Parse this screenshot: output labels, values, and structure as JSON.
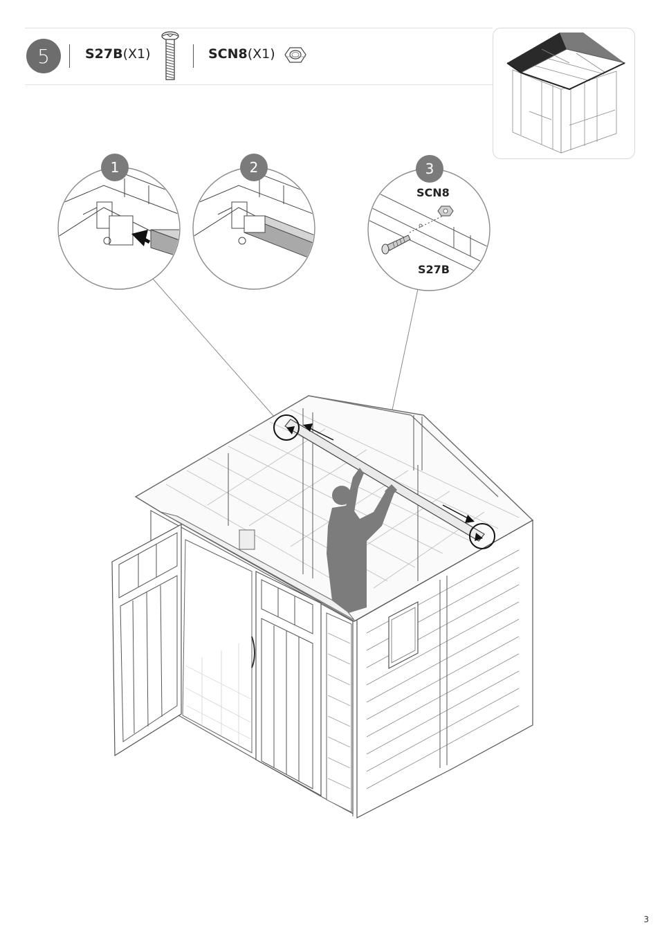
{
  "step": {
    "number": "5"
  },
  "parts": [
    {
      "code": "S27B",
      "qty": "(X1)",
      "icon": "bolt-icon"
    },
    {
      "code": "SCN8",
      "qty": "(X1)",
      "icon": "nut-icon"
    }
  ],
  "details": [
    {
      "number": "1"
    },
    {
      "number": "2"
    },
    {
      "number": "3",
      "top_label": "SCN8",
      "bottom_label": "S27B"
    }
  ],
  "page_number": "3"
}
